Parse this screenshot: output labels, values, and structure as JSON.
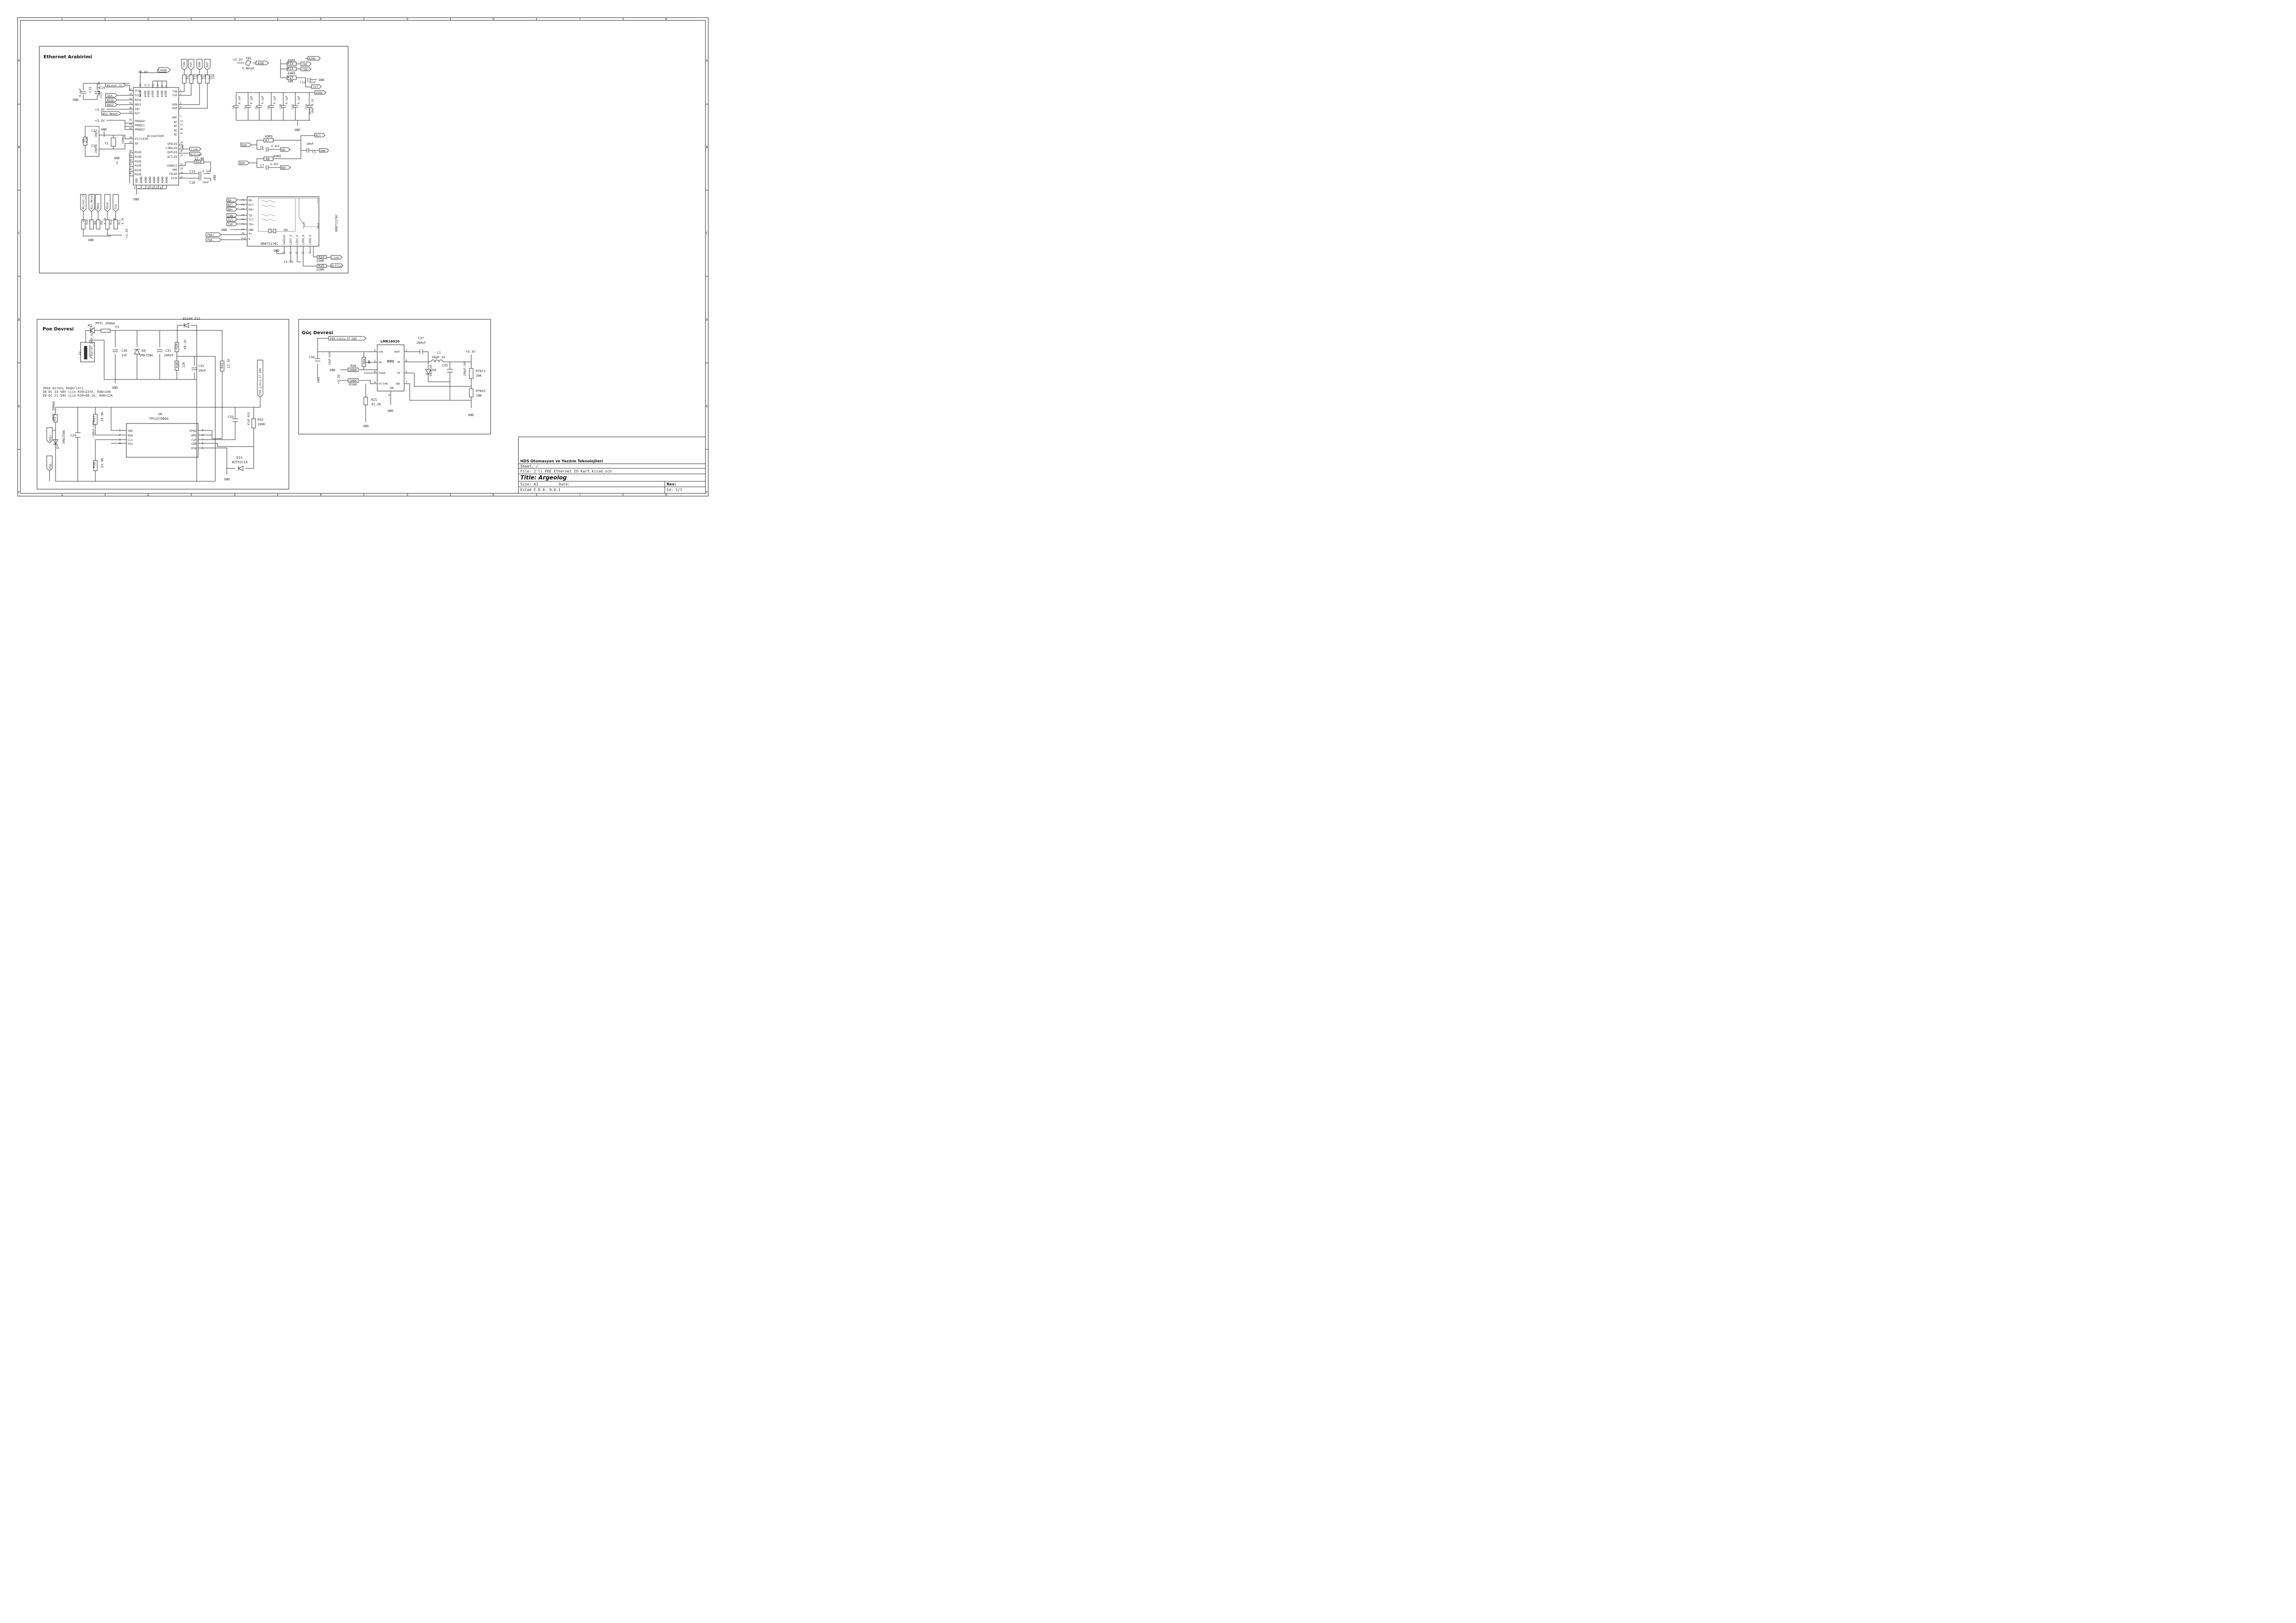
{
  "frame": {
    "cols": [
      "1",
      "2",
      "3",
      "4",
      "5",
      "6",
      "7",
      "8"
    ],
    "rows": [
      "A",
      "B",
      "C",
      "D",
      "E",
      "F"
    ]
  },
  "ethernet": {
    "title": "Ethernet Arabirimi",
    "u5": {
      "name": "Wiznet5500",
      "left": [
        "SCSn",
        "SCLK",
        "MISO",
        "MOSI",
        "INT",
        "RST",
        "PMODE0",
        "PMODE1",
        "PMODE2",
        "XI/CLKIN",
        "XO",
        "RSVD",
        "RSVD",
        "RSVD",
        "RSVD",
        "RSVD",
        "RSVD"
      ],
      "left_nums": [
        "32",
        "33",
        "34",
        "35",
        "36",
        "37",
        "45",
        "44",
        "43",
        "30",
        "31",
        "38",
        "39",
        "40",
        "41",
        "42",
        "NC"
      ],
      "right": [
        "TXN",
        "TXP",
        "RXN",
        "RXP",
        "DNC",
        "NC",
        "NC",
        "NC",
        "NC",
        "SPDLED",
        "LINKLED",
        "DUPLED",
        "ACTLED",
        "EXRES1",
        "VBG",
        "TOCAP",
        "1V2O"
      ],
      "right_nums": [
        "1",
        "2",
        "5",
        "6",
        "7",
        "12",
        "13",
        "46",
        "47",
        "24",
        "25",
        "26",
        "27",
        "10",
        "18",
        "20",
        "22"
      ],
      "top": [
        "AVDD",
        "AVDD",
        "AVDD",
        "AVDD",
        "AVDD",
        "AVDD",
        "AVDD"
      ],
      "top_nums": [
        "28",
        "21",
        "17",
        "15",
        "11",
        "8",
        "4"
      ],
      "bottom": [
        "VDD",
        "AGND",
        "AGND",
        "AGND",
        "AGND",
        "AGND",
        "AGND",
        "AGND"
      ],
      "bottom_nums": [
        "29",
        "3",
        "9",
        "14",
        "16",
        "19",
        "48",
        ""
      ]
    },
    "labels": {
      "wiznet_cs": "Wiznet_CS",
      "sck": "SCK",
      "miso": "MISO",
      "mosi": "MOSI",
      "wiz_reset": "Wiz_Reset",
      "avdd": "AVDD",
      "link": "Link",
      "active": "Active",
      "txn": "TXN",
      "txp": "TXP",
      "rxn": "RXN",
      "rxp": "RXP",
      "rct": "RCT",
      "rdm": "RD-",
      "rdp": "RD+",
      "tct": "TCT",
      "poep": "POE+",
      "poem": "POE-"
    },
    "power": {
      "p33": "+3.3V",
      "gnd": "GND"
    },
    "c15": {
      "ref": "C15",
      "val": "0.1µF"
    },
    "c14": {
      "ref": "C14",
      "val": "10µF-6.3V",
      "tag": "tantal"
    },
    "c17": {
      "ref": "C17",
      "val": "18pF"
    },
    "c16": {
      "ref": "C16",
      "val": "18pF"
    },
    "r18": {
      "ref": "R18",
      "val": "1M"
    },
    "y1": {
      "ref": "Y1",
      "val": "25MHz"
    },
    "r19": {
      "ref": "R19",
      "val": "12.4K"
    },
    "c19": {
      "ref": "C19",
      "val": "4.7µF"
    },
    "c20": {
      "ref": "C20",
      "val": "10nF"
    },
    "rtx": [
      {
        "ref": "R17",
        "val": "33R"
      },
      {
        "ref": "R18",
        "val": "33R"
      },
      {
        "ref": "R22",
        "val": "33R"
      },
      {
        "ref": "R23",
        "val": "33R"
      }
    ],
    "fb1": {
      "ref": "FB1",
      "val": "F.Bead"
    },
    "decaps": [
      {
        "ref": "C4",
        "val": "0.1µF"
      },
      {
        "ref": "C5",
        "val": "0.1µF"
      },
      {
        "ref": "C6",
        "val": "0.1µF"
      },
      {
        "ref": "C9",
        "val": "0.1µF"
      },
      {
        "ref": "C10",
        "val": "0.1µF"
      },
      {
        "ref": "C11",
        "val": "0.1µF"
      },
      {
        "ref": "C13",
        "val": "10µF-6.3V",
        "tag": "tantal"
      }
    ],
    "r13": {
      "ref": "R13",
      "val": "49R9"
    },
    "r14": {
      "ref": "R14",
      "val": "49R9"
    },
    "r15": {
      "ref": "R15",
      "val": "10R"
    },
    "c12": {
      "ref": "C12",
      "val": "22nF"
    },
    "r7": {
      "ref": "R7",
      "val": "49R9"
    },
    "r6": {
      "ref": "R6",
      "val": "49R9"
    },
    "c8": {
      "ref": "C8",
      "val": "6.8nF"
    },
    "c7": {
      "ref": "C7",
      "val": "6.8nF"
    },
    "c1": {
      "ref": "C1",
      "val": "10nF"
    },
    "pullups": [
      {
        "ref": "R20",
        "val": "10K",
        "net": "Wiznet_CS"
      },
      {
        "ref": "R8",
        "val": "10K",
        "net": "Wiz_Reset"
      },
      {
        "ref": "R9",
        "val": "4.7K",
        "net": "MOSI"
      },
      {
        "ref": "R10",
        "val": "4.7K",
        "net": "MISO"
      },
      {
        "ref": "R11",
        "val": "4.7K",
        "net": "SCK"
      }
    ],
    "u4": {
      "ref": "U4",
      "val": "HR873170C",
      "side": "HR873170C",
      "pins": [
        "RD-",
        "RCT",
        "RD+",
        "TD-",
        "TCT",
        "TD+",
        "GND",
        "V+",
        "V-"
      ],
      "pin_nums": [
        "P6",
        "P5",
        "P3",
        "P2",
        "P4",
        "P1",
        "P7",
        "P9",
        "P10"
      ],
      "bottom": [
        "SHIELD",
        "LEDY_A",
        "LEDY_K",
        "LEDG_A",
        "LEDG_K"
      ],
      "bottom_nums": [
        "15",
        "11",
        "12",
        "13",
        "14"
      ],
      "led_y": "YELLOW",
      "led_g": "GREEN"
    },
    "r24": {
      "ref": "R24",
      "val": "330R"
    },
    "r25": {
      "ref": "R25",
      "val": "220R"
    }
  },
  "poe": {
    "title": "Poe Devresi",
    "m7": "M7",
    "j2": {
      "ref": "J2",
      "val": "Barrel_Jack_Switch"
    },
    "f1": {
      "ref": "F1",
      "val": "PPTC 200mA"
    },
    "d13": {
      "ref": "D13",
      "val": "B2100"
    },
    "c30": {
      "ref": "C30",
      "val": "1nF"
    },
    "d8": {
      "ref": "D8",
      "val": "SMAJ58A"
    },
    "c31": {
      "ref": "C31",
      "val": "100nF"
    },
    "r39": {
      "ref": "R39",
      "val": "68.1K"
    },
    "r40": {
      "ref": "R40",
      "val": "12K"
    },
    "c32": {
      "ref": "C32",
      "val": "10nF"
    },
    "r41": {
      "ref": "R41",
      "val": "12.1K"
    },
    "out_label": "POE-Çıkış-37-58V",
    "note": [
      "VPad Direnç Değerleri",
      "IN DC 33-58V için R39=237k, R40=10k",
      "IN DC 11-58V için R39=68.1k, R40=12k"
    ],
    "f2": {
      "ref": "F2",
      "val": "PPTC 200mA"
    },
    "d7": {
      "ref": "D7",
      "val": "SMAJ58A"
    },
    "c24": {
      "ref": "C24",
      "val": "100nF-100V"
    },
    "r37": {
      "ref": "R37",
      "val": "24.9K"
    },
    "r38": {
      "ref": "R38",
      "val": "63.4R"
    },
    "u6": {
      "ref": "U6",
      "val": "TPS2378DDA",
      "left": [
        "VDD",
        "DEN",
        "CLS",
        "VSS"
      ],
      "left_nums": [
        "1",
        "2",
        "3",
        "4"
      ],
      "right": [
        "EPAD",
        "APD",
        "T2P",
        "CDB",
        "RTN"
      ],
      "right_nums": [
        "9",
        "8",
        "7",
        "6",
        "5"
      ]
    },
    "c33": {
      "ref": "C33",
      "val": "47µF-63V"
    },
    "r42": {
      "ref": "R42",
      "val": "100K"
    },
    "d14": {
      "ref": "D14",
      "val": "BZT52C18"
    },
    "gnd": "GND",
    "poep": "POE+",
    "poem": "POE-"
  },
  "power_section": {
    "title": "Güç Devresi",
    "in_label": "POE-Çıkış-37-58V",
    "u31": {
      "ref": "U31",
      "val": "LMR16020",
      "left": [
        "VIN",
        "EN",
        "PGOOD",
        "RT/SYNC"
      ],
      "left_nums": [
        "2",
        "3",
        "6",
        "4"
      ],
      "right": [
        "BOOT",
        "SW",
        "FB",
        "GND"
      ],
      "right_nums": [
        "1",
        "8",
        "5",
        "7"
      ],
      "bottom_num": "9",
      "bottom": "GND"
    },
    "c34": {
      "ref": "C34",
      "val": "10µF-63V"
    },
    "r84": {
      "ref": "R84",
      "val": "1M"
    },
    "r90": {
      "ref": "R90",
      "val": "200K"
    },
    "r100": {
      "ref": "R100",
      "val": "100K"
    },
    "r21": {
      "ref": "R21",
      "val": "41.2K"
    },
    "c37": {
      "ref": "C37",
      "val": "100nF"
    },
    "l1": {
      "ref": "L1",
      "val": "10µH 1A"
    },
    "d9": {
      "ref": "D9",
      "val": "SS26-HT"
    },
    "c35": {
      "ref": "C35",
      "val": "100µF-16V"
    },
    "rfbt1": {
      "ref": "Rfbt1",
      "val": "34K"
    },
    "rfbb1": {
      "ref": "Rfbb1",
      "val": "10K"
    },
    "p33": "+3.3V",
    "gnd": "GND"
  },
  "title_block": {
    "company": "HDS Otomasyon ve Yazılım Teknolojileri",
    "sheet": "Sheet: /",
    "file": "File: 2'li POE Ethernet IO Kart.kicad_sch",
    "title": "Title: Argeolog",
    "size": "Size: A3",
    "date": "Date:",
    "rev": "Rev:",
    "tool": "KiCad E.D.A. 9.0.1",
    "id": "Id: 1/1"
  }
}
